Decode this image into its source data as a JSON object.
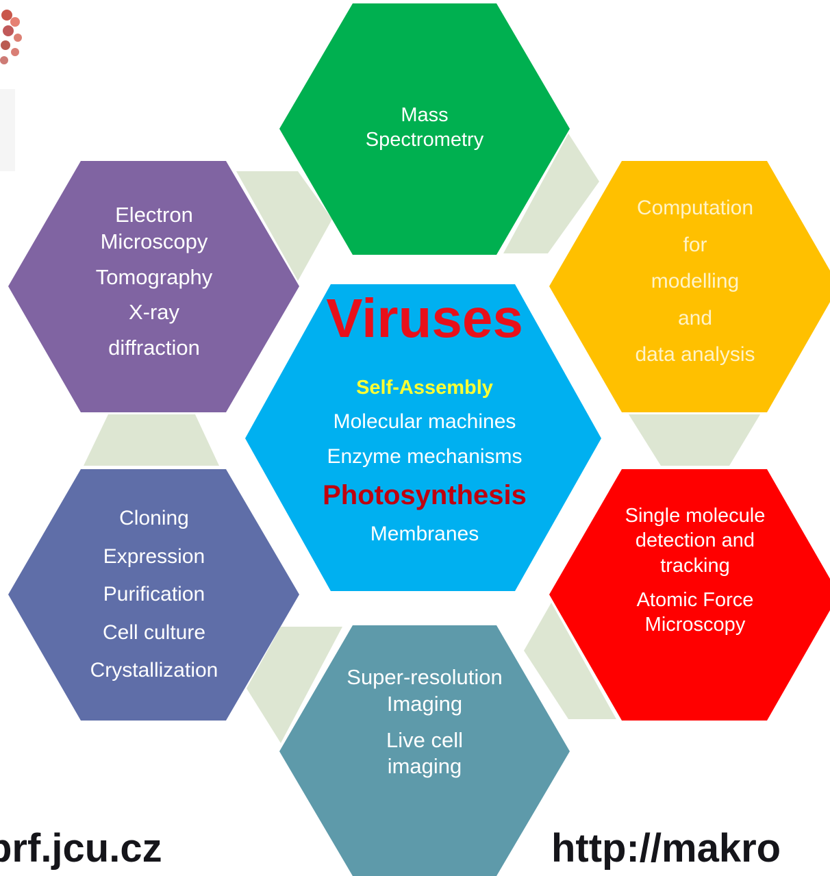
{
  "colors": {
    "mass": "#00b050",
    "electron": "#8064a2",
    "computation": "#ffc000",
    "center": "#00b0f0",
    "cloning": "#5f6ea8",
    "single": "#ff0000",
    "super": "#5e9aaa",
    "connector": "#dde6d2"
  },
  "hexagons": {
    "mass": [
      "Mass",
      "Spectrometry"
    ],
    "electron": [
      "Electron",
      "Microscopy",
      "Tomography",
      "X-ray",
      "diffraction"
    ],
    "computation": [
      "Computation",
      "for",
      "modelling",
      "and",
      "data analysis"
    ],
    "center": {
      "title": "Viruses",
      "highlight": "Self-Assembly",
      "line1": "Molecular machines",
      "line2": "Enzyme mechanisms",
      "emphasis": "Photosynthesis",
      "line3": "Membranes"
    },
    "cloning": [
      "Cloning",
      "Expression",
      "Purification",
      "Cell culture",
      "Crystallization"
    ],
    "single": [
      "Single molecule",
      "detection and",
      "tracking",
      "Atomic Force",
      "Microscopy"
    ],
    "super": [
      "Super-resolution",
      "Imaging",
      "Live cell",
      "imaging"
    ]
  },
  "footer": {
    "left": "prf.jcu.cz",
    "right": "http://makro"
  }
}
